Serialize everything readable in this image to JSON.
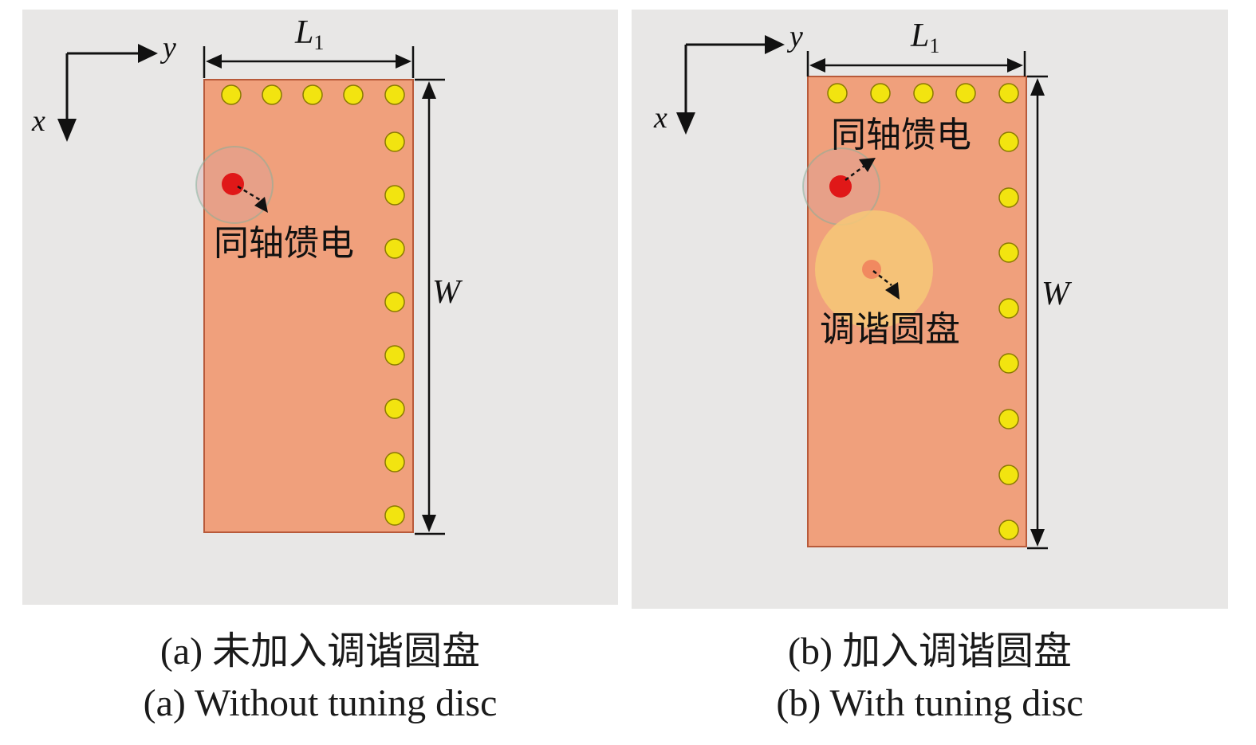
{
  "panels": [
    {
      "id": "a",
      "axis_x": "x",
      "axis_y": "y",
      "dim_length": "L",
      "dim_length_sub": "1",
      "dim_width": "W",
      "feed_label": "同轴馈电",
      "caption_cn": "(a) 未加入调谐圆盘",
      "caption_en": "(a) Without tuning disc"
    },
    {
      "id": "b",
      "axis_x": "x",
      "axis_y": "y",
      "dim_length": "L",
      "dim_length_sub": "1",
      "dim_width": "W",
      "feed_label": "同轴馈电",
      "disc_label": "调谐圆盘",
      "caption_cn": "(b) 加入调谐圆盘",
      "caption_en": "(b) With tuning disc"
    }
  ],
  "colors": {
    "panel_bg": "#e8e7e6",
    "patch": "#f0a07c",
    "patch_border": "#b85a3a",
    "via": "#f2e410",
    "feed": "#e01818",
    "tuning_disc": "#f6c878"
  }
}
